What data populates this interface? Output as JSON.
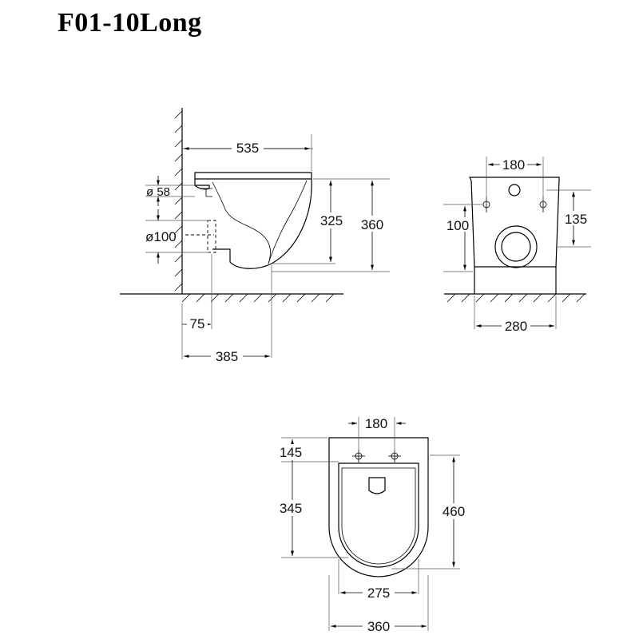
{
  "title": "F01-10Long",
  "side_view": {
    "dim_top_length": "535",
    "dim_inlet": "ø 58",
    "dim_outlet": "ø100",
    "dim_bowl_height": "325",
    "dim_total_height": "360",
    "dim_outlet_offset": "75",
    "dim_base_depth": "385"
  },
  "rear_view": {
    "dim_bolt_spacing": "180",
    "dim_bolt_height_left": "100",
    "dim_bolt_height_right": "135",
    "dim_width": "280"
  },
  "top_view": {
    "dim_bolt_spacing": "180",
    "dim_bolt_offset": "145",
    "dim_bowl_length": "345",
    "dim_total_length": "460",
    "dim_inner_width": "275",
    "dim_total_width": "360"
  }
}
